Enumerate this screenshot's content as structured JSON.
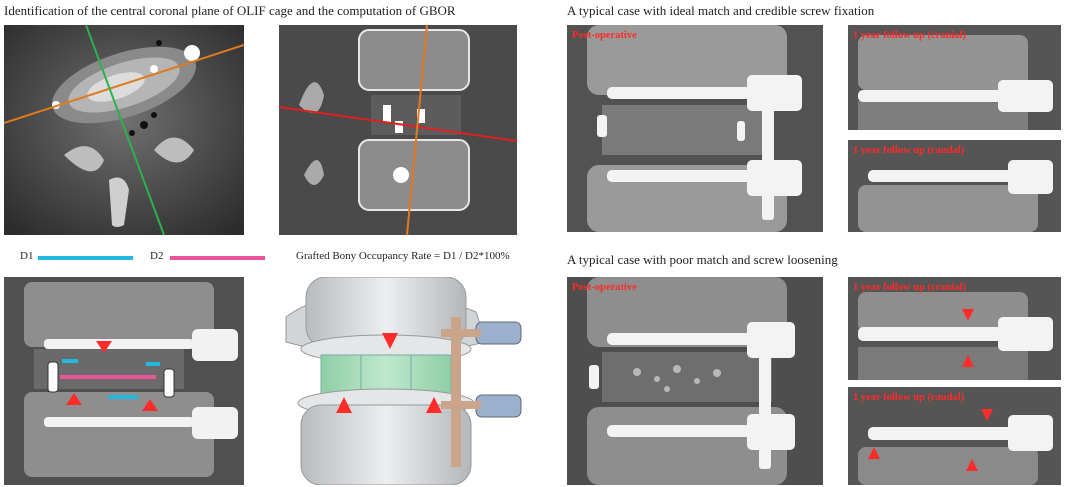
{
  "left_section": {
    "title": "Identification of the central coronal plane of OLIF cage and the computation of GBOR",
    "legend": {
      "d1_label": "D1",
      "d2_label": "D2",
      "formula": "Grafted Bony Occupancy Rate = D1 / D2*100%",
      "d1_color": "#22b8df",
      "d2_color": "#e8559a"
    }
  },
  "ideal_case": {
    "title": "A typical case with ideal match and credible screw fixation",
    "postop_label": "Post-operative",
    "cranial_label": "1 year follow up (cranial)",
    "caudal_label": "1 year follow up (caudal)"
  },
  "poor_case": {
    "title": "A typical case with poor match and screw loosening",
    "postop_label": "Post-operative",
    "cranial_label": "1 year follow up (cranial)",
    "caudal_label": "1 year follow up (caudal)"
  },
  "colors": {
    "marker_red": "#ff2a2a",
    "plane_orange": "#e07a1f",
    "plane_green": "#2bb24c",
    "plane_red": "#e02020",
    "cage_green": "#a8dcb8"
  }
}
